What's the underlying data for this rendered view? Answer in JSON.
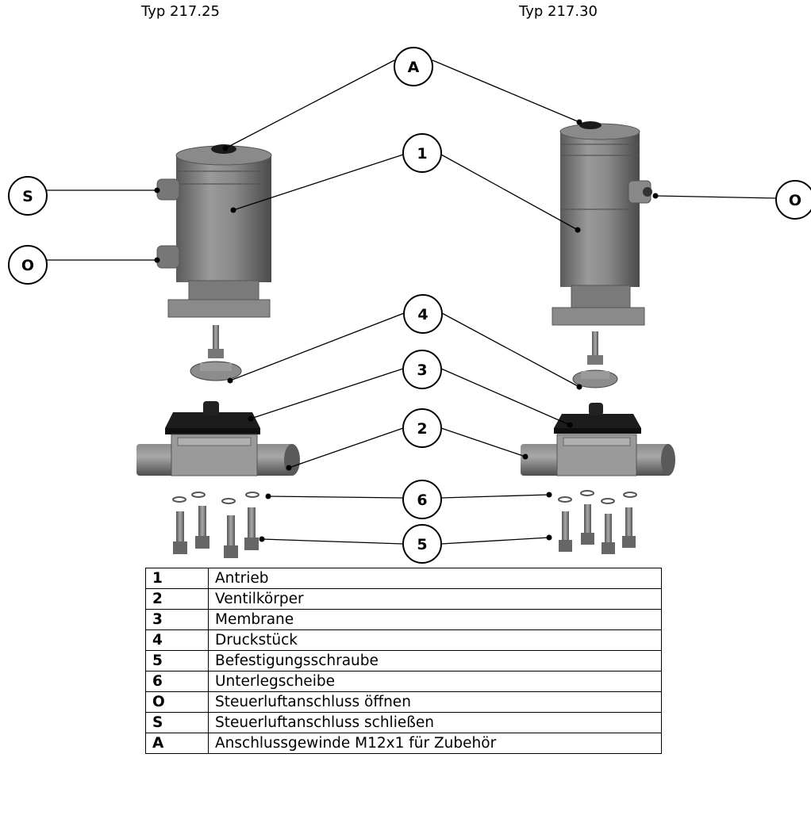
{
  "types": {
    "left": "Typ 217.25",
    "right": "Typ 217.30"
  },
  "callouts": {
    "A": "A",
    "S": "S",
    "O_left": "O",
    "O_right": "O",
    "n1": "1",
    "n2": "2",
    "n3": "3",
    "n4": "4",
    "n5": "5",
    "n6": "6"
  },
  "legend": [
    {
      "key": "1",
      "text": "Antrieb"
    },
    {
      "key": "2",
      "text": "Ventilkörper"
    },
    {
      "key": "3",
      "text": "Membrane"
    },
    {
      "key": "4",
      "text": "Druckstück"
    },
    {
      "key": "5",
      "text": "Befestigungsschraube"
    },
    {
      "key": "6",
      "text": "Unterlegscheibe"
    },
    {
      "key": "O",
      "text": "Steuerluftanschluss öffnen"
    },
    {
      "key": "S",
      "text": "Steuerluftanschluss schließen"
    },
    {
      "key": "A",
      "text": "Anschlussgewinde M12x1 für Zubehör"
    }
  ]
}
